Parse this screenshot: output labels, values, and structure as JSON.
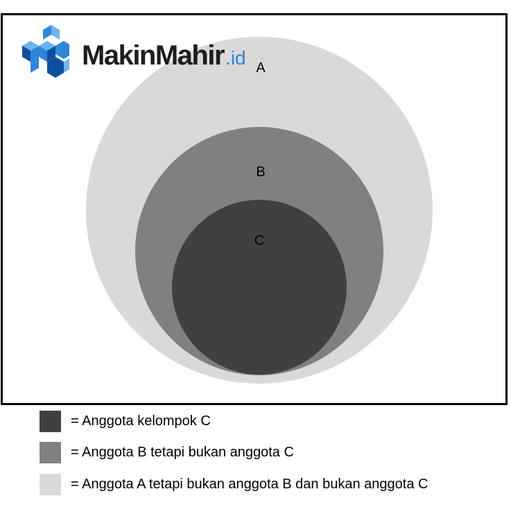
{
  "logo": {
    "name": "MakinMahir",
    "extension": ".id",
    "colors": {
      "blue_light": "#6cb4f0",
      "blue_mid": "#2f86d8",
      "blue_dark": "#0d4f9e",
      "text": "#1d1d1d"
    }
  },
  "diagram": {
    "circles": [
      {
        "label": "A",
        "color": "#d9d9d9"
      },
      {
        "label": "B",
        "color": "#808080"
      },
      {
        "label": "C",
        "color": "#404040"
      }
    ]
  },
  "legend": {
    "items": [
      {
        "text": "= Anggota kelompok C",
        "color": "#404040"
      },
      {
        "text": "= Anggota B tetapi bukan anggota C",
        "color": "#808080"
      },
      {
        "text": "= Anggota A tetapi bukan anggota B dan bukan anggota C",
        "color": "#d9d9d9"
      }
    ]
  }
}
